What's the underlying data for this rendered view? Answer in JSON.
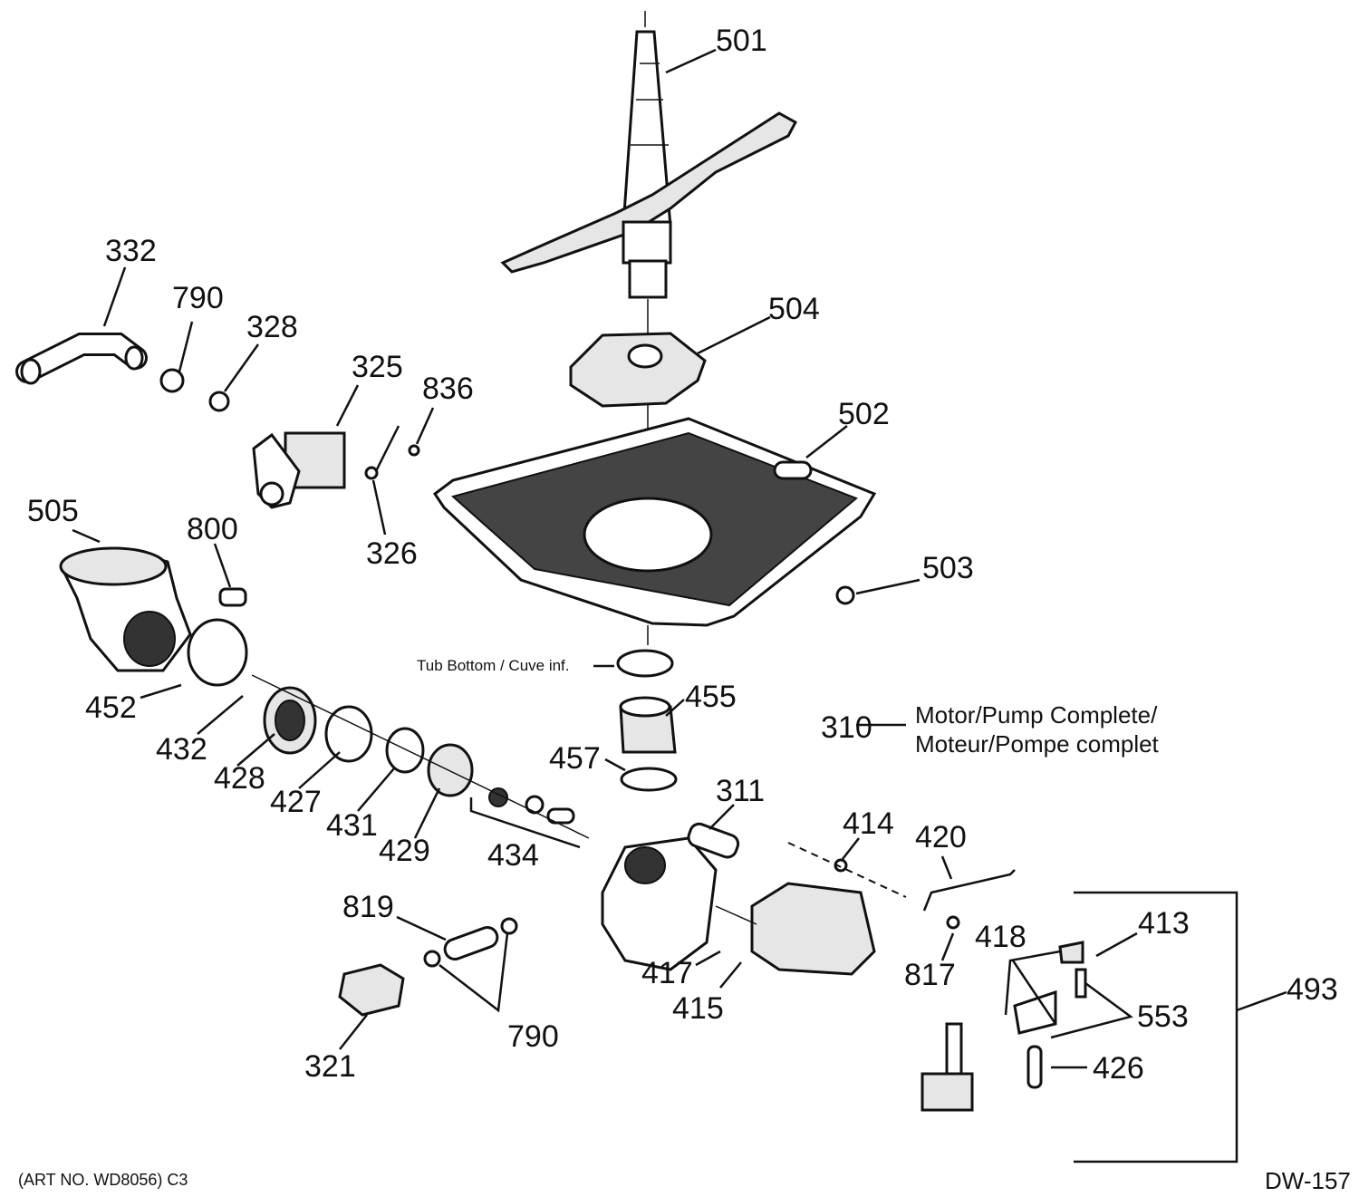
{
  "diagram": {
    "drawing_code": "DW-157",
    "art_number": "(ART NO. WD8056) C3",
    "tub_bottom_label": "Tub Bottom / Cuve inf.",
    "motor_pump_label": {
      "number": "310",
      "line1": "Motor/Pump Complete/",
      "line2": "Moteur/Pompe complet"
    },
    "part_numbers": [
      "501",
      "504",
      "502",
      "503",
      "332",
      "790",
      "328",
      "325",
      "836",
      "326",
      "505",
      "800",
      "452",
      "432",
      "428",
      "427",
      "431",
      "429",
      "434",
      "455",
      "457",
      "311",
      "414",
      "420",
      "817",
      "418",
      "413",
      "553",
      "493",
      "426",
      "417",
      "415",
      "819",
      "790",
      "321"
    ]
  }
}
